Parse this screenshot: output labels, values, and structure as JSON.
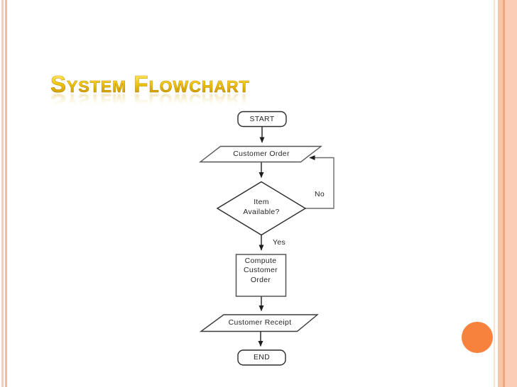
{
  "slide": {
    "title": "System Flowchart"
  },
  "flowchart": {
    "start": {
      "label": "START",
      "type": "terminator"
    },
    "customer_order": {
      "label": "Customer Order",
      "type": "input-output"
    },
    "decision": {
      "line1": "Item",
      "line2": "Available?",
      "type": "decision"
    },
    "no_label": "No",
    "yes_label": "Yes",
    "process": {
      "line1": "Compute",
      "line2": "Customer",
      "line3": "Order",
      "type": "process"
    },
    "customer_receipt": {
      "label": "Customer Receipt",
      "type": "input-output"
    },
    "end": {
      "label": "END",
      "type": "terminator"
    },
    "edges": [
      {
        "from": "start",
        "to": "customer_order"
      },
      {
        "from": "customer_order",
        "to": "decision"
      },
      {
        "from": "decision",
        "to": "customer_order",
        "label": "No"
      },
      {
        "from": "decision",
        "to": "process",
        "label": "Yes"
      },
      {
        "from": "process",
        "to": "customer_receipt"
      },
      {
        "from": "customer_receipt",
        "to": "end"
      }
    ]
  },
  "theme": {
    "title_gold": "#e3b300",
    "accent_circle_orange": "#f6823d",
    "edge_stripe_salmon": "#f8c6ab",
    "edge_stripe_dark": "#efa87d",
    "shape_outline_dark": "#2a2a2a",
    "shape_outline_gray": "#565656",
    "connector_black": "#1c1c1c",
    "loop_line_gray": "#6b6b6b"
  }
}
